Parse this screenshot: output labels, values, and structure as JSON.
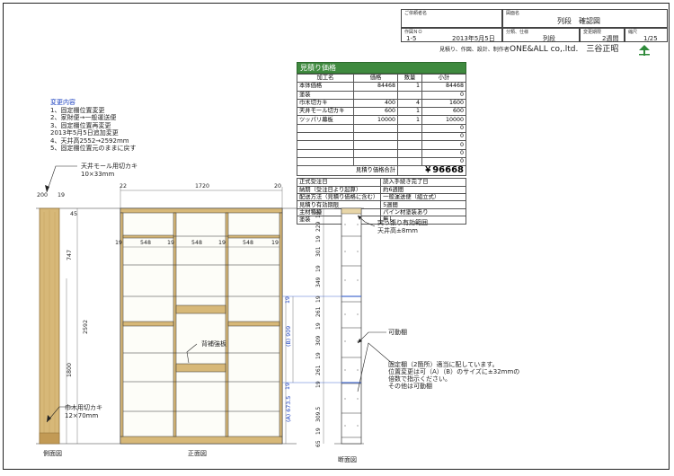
{
  "title_block": {
    "client_label": "ご依頼者名",
    "drawing_name_label": "図面名",
    "drawing_name": "列段　確認図",
    "drawing_no_label": "作図ＮＯ",
    "drawing_no": "1-5",
    "date": "2013年5月5日",
    "category_label": "分類、仕様",
    "category": "列段",
    "period_label": "変更期限",
    "period": "2週間",
    "scale_label": "縮尺",
    "scale": "1/25",
    "services": "見積り、作図、設計、制作者",
    "company": "ONE&ALL co,.ltd.　三谷正昭"
  },
  "estimate": {
    "title": "見積り価格",
    "headers": [
      "加工名",
      "価格",
      "数量",
      "小計"
    ],
    "rows": [
      [
        "本体価格",
        "84468",
        "1",
        "84468"
      ],
      [
        "塗装",
        "",
        "",
        "0"
      ],
      [
        "巾木切カキ",
        "400",
        "4",
        "1600"
      ],
      [
        "天井モール切カキ",
        "600",
        "1",
        "600"
      ],
      [
        "ツッパリ幕板",
        "10000",
        "1",
        "10000"
      ],
      [
        "",
        "",
        "",
        "0"
      ],
      [
        "",
        "",
        "",
        "0"
      ],
      [
        "",
        "",
        "",
        "0"
      ],
      [
        "",
        "",
        "",
        "0"
      ],
      [
        "",
        "",
        "",
        "0"
      ]
    ],
    "total_label": "見積り価格合計",
    "total_value": "￥96668",
    "conditions": [
      [
        "正式受注日",
        "読入手続き完了日"
      ],
      [
        "納期（受注日より起算）",
        "約6週間"
      ],
      [
        "配送方法（見積り価格に含む）",
        "一般運送便（組立式）"
      ],
      [
        "見積り有効期限",
        "5週間"
      ],
      [
        "主材種種",
        "パイン材塗装あり"
      ],
      [
        "塗装",
        "無し"
      ]
    ]
  },
  "notes": {
    "heading": "変更内容",
    "lines": [
      "1、固定棚位置変更",
      "2、家財便→一般運送便",
      "3、固定棚位置再変更",
      "2013年5月5日追加変更",
      "4、天井高2552→2592mm",
      "5、固定棚位置元のままに戻す"
    ]
  },
  "drawing": {
    "ceiling_molding_label": "天井モール用切カキ",
    "ceiling_molding_size": "10×33mm",
    "baseboard_label": "巾木用切カキ",
    "baseboard_size": "12×70mm",
    "back_board_label": "背補強板",
    "jack_label": "突っ張り有効範囲",
    "jack_size": "天井高±8mm",
    "movable_label": "可動棚",
    "fixed_note_1": "固定棚（2箇所）適当に配しています。",
    "fixed_note_2": "位置変更は可（A）（B）のサイズに±32mmの",
    "fixed_note_3": "倍数で指示ください。",
    "fixed_note_4": "その他は可動棚",
    "side_view_label": "側面図",
    "front_view_label": "正面図",
    "section_view_label": "断面図",
    "dim_top_left": "200",
    "dim_top_19": "19",
    "dim_22": "22",
    "dim_width": "1720",
    "dim_20": "20",
    "dim_45": "45",
    "dim_747": "747",
    "dim_2592": "2592",
    "dim_1800": "1800",
    "dim_19": "19",
    "dim_548": "548",
    "dim_B": "(B) 909",
    "dim_A": "(A) 673.5",
    "section_dims": [
      "19",
      "229",
      "19",
      "301",
      "19",
      "349",
      "19",
      "261",
      "19",
      "309",
      "19",
      "261",
      "19",
      "309.5",
      "19",
      "65"
    ]
  },
  "colors": {
    "wood": "#d7b878",
    "wood_dark": "#c29a55",
    "table_header": "#3f8a3f",
    "note_blue": "#1a3fbf",
    "accent_line": "#4a6fd0"
  }
}
